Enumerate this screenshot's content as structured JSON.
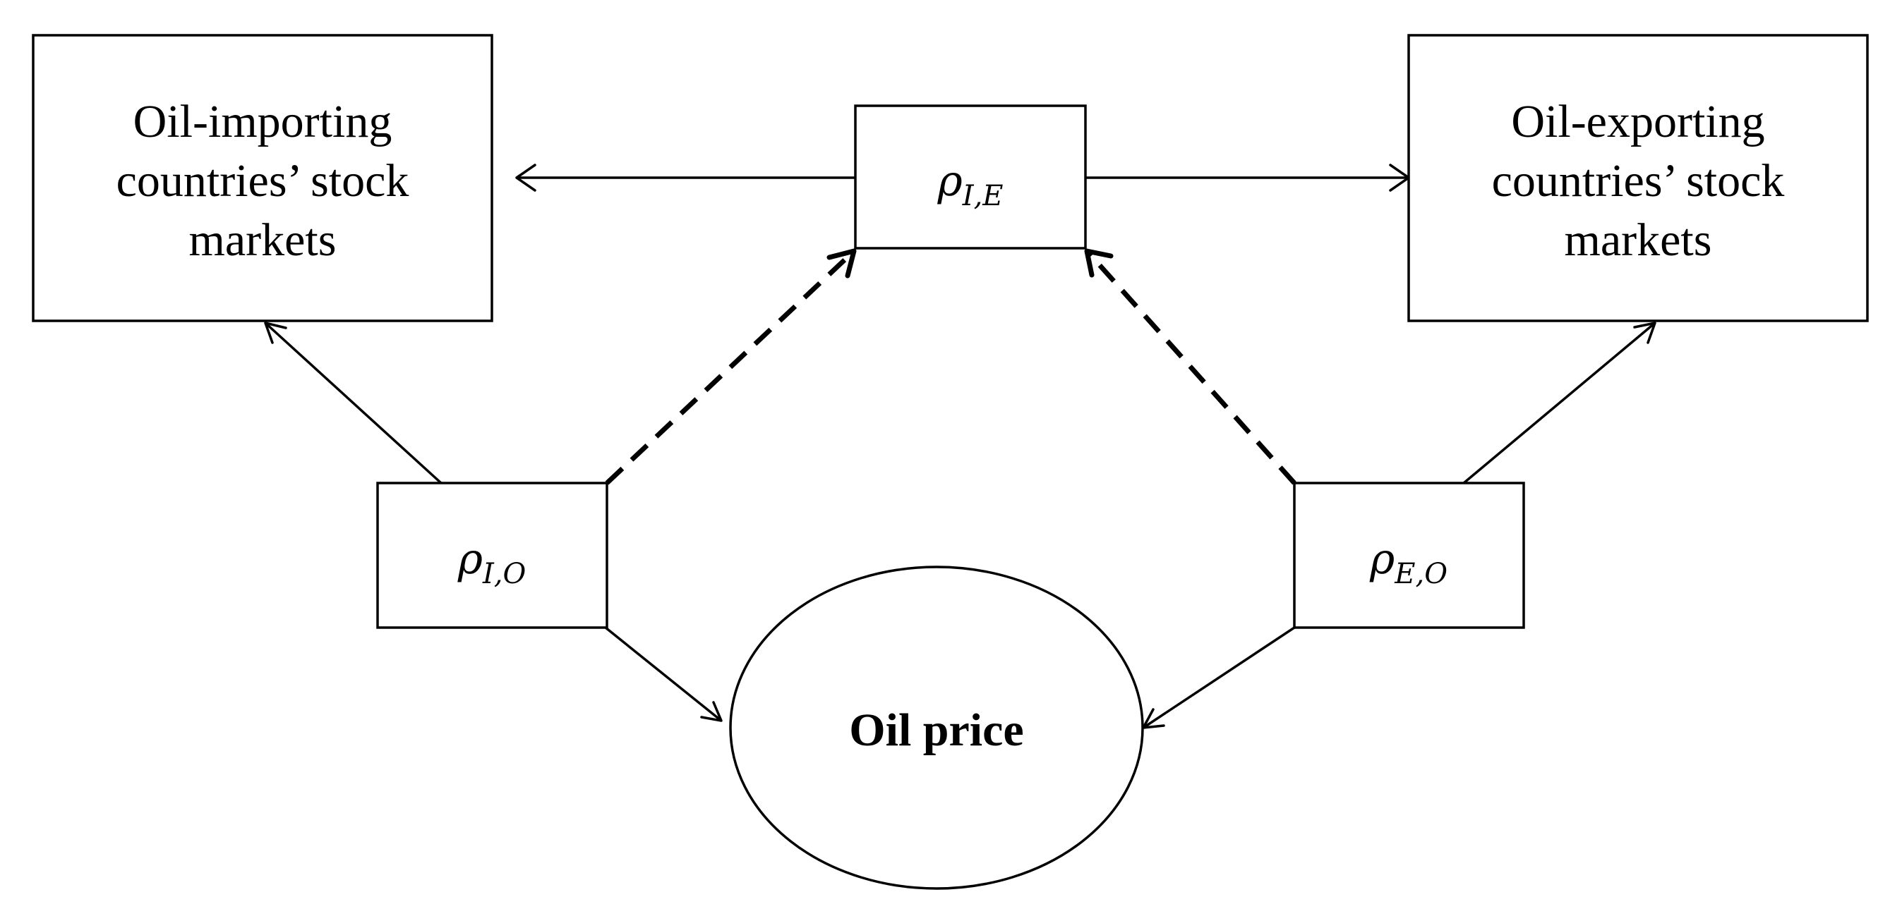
{
  "diagram": {
    "importing_box": {
      "lines": [
        "Oil-importing",
        "countries’ stock",
        "markets"
      ]
    },
    "exporting_box": {
      "lines": [
        "Oil-exporting",
        "countries’ stock",
        "markets"
      ]
    },
    "rho_ie": {
      "symbol": "ρ",
      "subscript": "I,E"
    },
    "rho_io": {
      "symbol": "ρ",
      "subscript": "I,O"
    },
    "rho_eo": {
      "symbol": "ρ",
      "subscript": "E,O"
    },
    "oil_price": {
      "label": "Oil price"
    },
    "edges": [
      {
        "from": "rho_ie",
        "to": "importing_box",
        "style": "solid"
      },
      {
        "from": "rho_ie",
        "to": "exporting_box",
        "style": "solid"
      },
      {
        "from": "rho_io",
        "to": "importing_box",
        "style": "solid"
      },
      {
        "from": "rho_io",
        "to": "oil_price",
        "style": "solid"
      },
      {
        "from": "rho_io",
        "to": "rho_ie",
        "style": "dashed"
      },
      {
        "from": "rho_eo",
        "to": "exporting_box",
        "style": "solid"
      },
      {
        "from": "rho_eo",
        "to": "oil_price",
        "style": "solid"
      },
      {
        "from": "rho_eo",
        "to": "rho_ie",
        "style": "dashed"
      }
    ]
  }
}
